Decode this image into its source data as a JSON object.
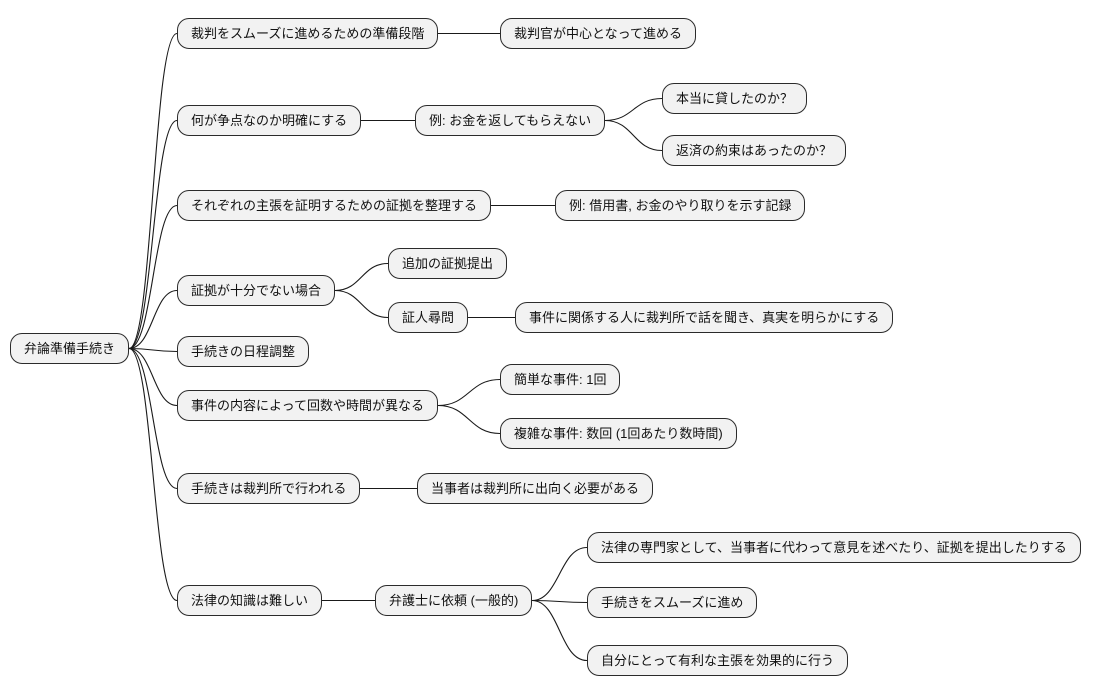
{
  "diagram": {
    "type": "mindmap",
    "colors": {
      "background": "#ffffff",
      "node_fill": "#f2f2f2",
      "node_border": "#2b2b2b",
      "edge": "#1a1a1a",
      "text": "#111111"
    },
    "root": {
      "id": "root",
      "label": "弁論準備手続き",
      "children": [
        {
          "id": "n1",
          "label": "裁判をスムーズに進めるための準備段階",
          "children": [
            {
              "id": "n1a",
              "label": "裁判官が中心となって進める",
              "children": []
            }
          ]
        },
        {
          "id": "n2",
          "label": "何が争点なのか明確にする",
          "children": [
            {
              "id": "n2a",
              "label": "例: お金を返してもらえない",
              "children": [
                {
                  "id": "n2a1",
                  "label": "本当に貸したのか？",
                  "children": []
                },
                {
                  "id": "n2a2",
                  "label": "返済の約束はあったのか？",
                  "children": []
                }
              ]
            }
          ]
        },
        {
          "id": "n3",
          "label": "それぞれの主張を証明するための証拠を整理する",
          "children": [
            {
              "id": "n3a",
              "label": "例: 借用書, お金のやり取りを示す記録",
              "children": []
            }
          ]
        },
        {
          "id": "n4",
          "label": "証拠が十分でない場合",
          "children": [
            {
              "id": "n4a",
              "label": "追加の証拠提出",
              "children": []
            },
            {
              "id": "n4b",
              "label": "証人尋問",
              "children": [
                {
                  "id": "n4b1",
                  "label": "事件に関係する人に裁判所で話を聞き、真実を明らかにする",
                  "children": []
                }
              ]
            }
          ]
        },
        {
          "id": "n5",
          "label": "手続きの日程調整",
          "children": []
        },
        {
          "id": "n6",
          "label": "事件の内容によって回数や時間が異なる",
          "children": [
            {
              "id": "n6a",
              "label": "簡単な事件: 1回",
              "children": []
            },
            {
              "id": "n6b",
              "label": "複雑な事件: 数回 (1回あたり数時間)",
              "children": []
            }
          ]
        },
        {
          "id": "n7",
          "label": "手続きは裁判所で行われる",
          "children": [
            {
              "id": "n7a",
              "label": "当事者は裁判所に出向く必要がある",
              "children": []
            }
          ]
        },
        {
          "id": "n8",
          "label": "法律の知識は難しい",
          "children": [
            {
              "id": "n8a",
              "label": "弁護士に依頼 (一般的)",
              "children": [
                {
                  "id": "n8a1",
                  "label": "法律の専門家として、当事者に代わって意見を述べたり、証拠を提出したりする",
                  "children": []
                },
                {
                  "id": "n8a2",
                  "label": "手続きをスムーズに進め",
                  "children": []
                },
                {
                  "id": "n8a3",
                  "label": "自分にとって有利な主張を効果的に行う",
                  "children": []
                }
              ]
            }
          ]
        }
      ]
    }
  }
}
